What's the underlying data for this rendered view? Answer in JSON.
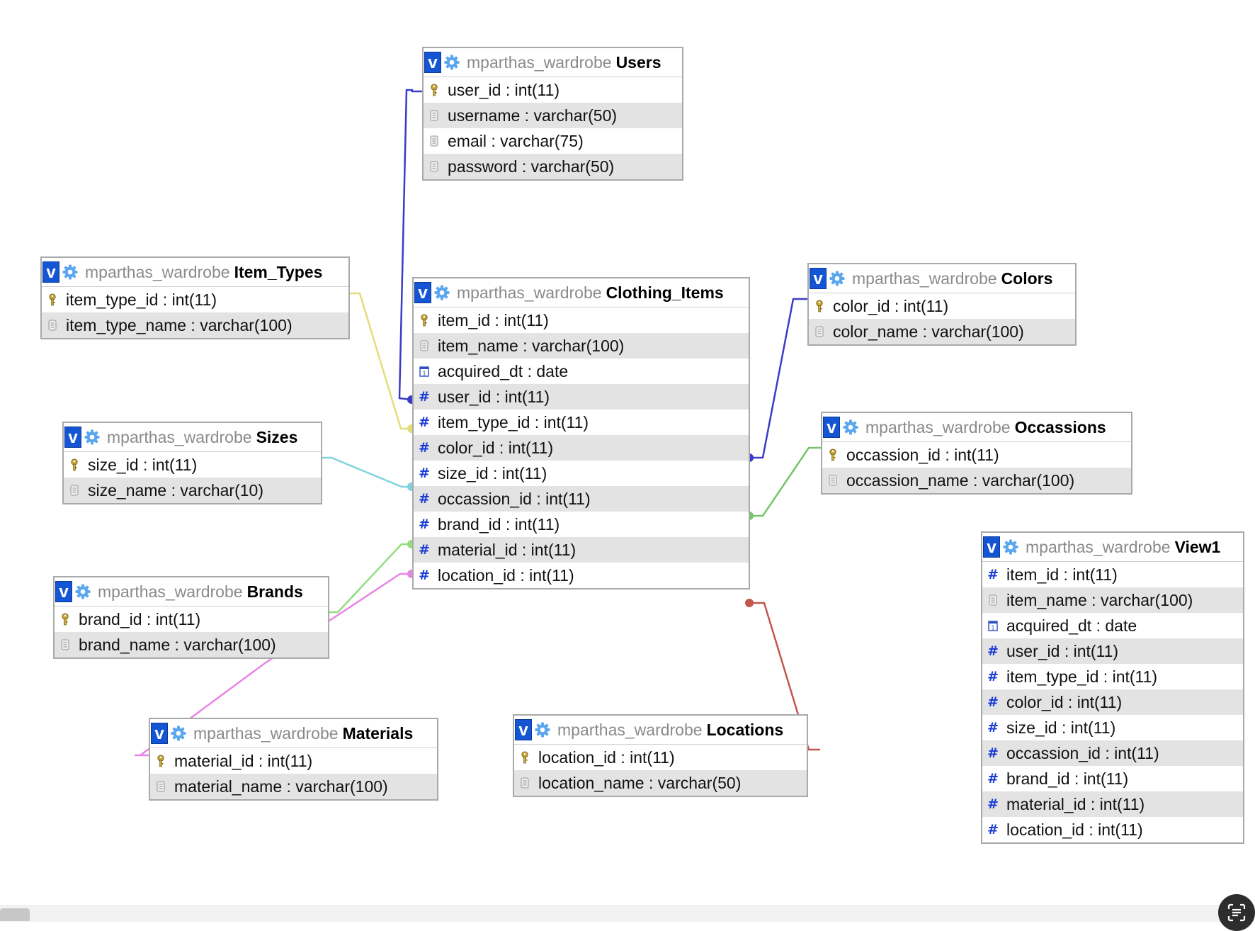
{
  "colors": {
    "users": "#3b3bc8",
    "item_types": "#e3dd7a",
    "sizes": "#7fd3dd",
    "brands": "#94dc7e",
    "materials": "#e685e4",
    "colors": "#3b3bc8",
    "occassions": "#77c36a",
    "locations": "#c2564e"
  },
  "tables": {
    "users": {
      "db": "mparthas_wardrobe",
      "name": "Users",
      "columns": [
        {
          "text": "user_id : int(11)",
          "icon": "key-icon"
        },
        {
          "text": "username : varchar(50)",
          "icon": "text-field-icon"
        },
        {
          "text": "email : varchar(75)",
          "icon": "text-field-icon"
        },
        {
          "text": "password : varchar(50)",
          "icon": "text-field-icon"
        }
      ]
    },
    "item_types": {
      "db": "mparthas_wardrobe",
      "name": "Item_Types",
      "columns": [
        {
          "text": "item_type_id : int(11)",
          "icon": "key-icon"
        },
        {
          "text": "item_type_name : varchar(100)",
          "icon": "text-field-icon"
        }
      ]
    },
    "clothing_items": {
      "db": "mparthas_wardrobe",
      "name": "Clothing_Items",
      "columns": [
        {
          "text": "item_id : int(11)",
          "icon": "key-icon"
        },
        {
          "text": "item_name : varchar(100)",
          "icon": "text-field-icon"
        },
        {
          "text": "acquired_dt : date",
          "icon": "calendar-icon"
        },
        {
          "text": "user_id : int(11)",
          "icon": "number-icon"
        },
        {
          "text": "item_type_id : int(11)",
          "icon": "number-icon"
        },
        {
          "text": "color_id : int(11)",
          "icon": "number-icon"
        },
        {
          "text": "size_id : int(11)",
          "icon": "number-icon"
        },
        {
          "text": "occassion_id : int(11)",
          "icon": "number-icon"
        },
        {
          "text": "brand_id : int(11)",
          "icon": "number-icon"
        },
        {
          "text": "material_id : int(11)",
          "icon": "number-icon"
        },
        {
          "text": "location_id : int(11)",
          "icon": "number-icon"
        }
      ]
    },
    "colors": {
      "db": "mparthas_wardrobe",
      "name": "Colors",
      "columns": [
        {
          "text": "color_id : int(11)",
          "icon": "key-icon"
        },
        {
          "text": "color_name : varchar(100)",
          "icon": "text-field-icon"
        }
      ]
    },
    "sizes": {
      "db": "mparthas_wardrobe",
      "name": "Sizes",
      "columns": [
        {
          "text": "size_id : int(11)",
          "icon": "key-icon"
        },
        {
          "text": "size_name : varchar(10)",
          "icon": "text-field-icon"
        }
      ]
    },
    "occassions": {
      "db": "mparthas_wardrobe",
      "name": "Occassions",
      "columns": [
        {
          "text": "occassion_id : int(11)",
          "icon": "key-icon"
        },
        {
          "text": "occassion_name : varchar(100)",
          "icon": "text-field-icon"
        }
      ]
    },
    "brands": {
      "db": "mparthas_wardrobe",
      "name": "Brands",
      "columns": [
        {
          "text": "brand_id : int(11)",
          "icon": "key-icon"
        },
        {
          "text": "brand_name : varchar(100)",
          "icon": "text-field-icon"
        }
      ]
    },
    "view1": {
      "db": "mparthas_wardrobe",
      "name": "View1",
      "columns": [
        {
          "text": "item_id : int(11)",
          "icon": "number-icon"
        },
        {
          "text": "item_name : varchar(100)",
          "icon": "text-field-icon"
        },
        {
          "text": "acquired_dt : date",
          "icon": "calendar-icon"
        },
        {
          "text": "user_id : int(11)",
          "icon": "number-icon"
        },
        {
          "text": "item_type_id : int(11)",
          "icon": "number-icon"
        },
        {
          "text": "color_id : int(11)",
          "icon": "number-icon"
        },
        {
          "text": "size_id : int(11)",
          "icon": "number-icon"
        },
        {
          "text": "occassion_id : int(11)",
          "icon": "number-icon"
        },
        {
          "text": "brand_id : int(11)",
          "icon": "number-icon"
        },
        {
          "text": "material_id : int(11)",
          "icon": "number-icon"
        },
        {
          "text": "location_id : int(11)",
          "icon": "number-icon"
        }
      ]
    },
    "materials": {
      "db": "mparthas_wardrobe",
      "name": "Materials",
      "columns": [
        {
          "text": "material_id : int(11)",
          "icon": "key-icon"
        },
        {
          "text": "material_name : varchar(100)",
          "icon": "text-field-icon"
        }
      ]
    },
    "locations": {
      "db": "mparthas_wardrobe",
      "name": "Locations",
      "columns": [
        {
          "text": "location_id : int(11)",
          "icon": "key-icon"
        },
        {
          "text": "location_name : varchar(50)",
          "icon": "text-field-icon"
        }
      ]
    }
  },
  "relations": [
    {
      "from": "clothing_items.user_id",
      "to": "users.user_id",
      "color_key": "users"
    },
    {
      "from": "clothing_items.item_type_id",
      "to": "item_types.item_type_id",
      "color_key": "item_types"
    },
    {
      "from": "clothing_items.size_id",
      "to": "sizes.size_id",
      "color_key": "sizes"
    },
    {
      "from": "clothing_items.brand_id",
      "to": "brands.brand_id",
      "color_key": "brands"
    },
    {
      "from": "clothing_items.material_id",
      "to": "materials.material_id",
      "color_key": "materials"
    },
    {
      "from": "clothing_items.color_id",
      "to": "colors.color_id",
      "color_key": "colors"
    },
    {
      "from": "clothing_items.occassion_id",
      "to": "occassions.occassion_id",
      "color_key": "occassions"
    },
    {
      "from": "clothing_items.location_id",
      "to": "locations.location_id",
      "color_key": "locations"
    }
  ]
}
